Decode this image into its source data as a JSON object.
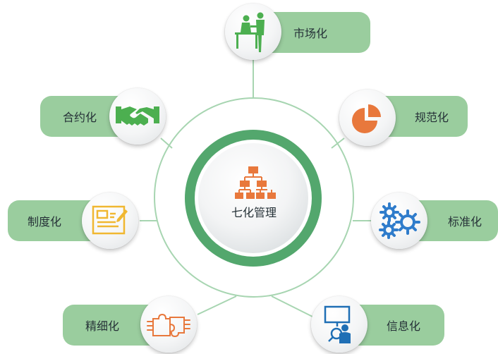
{
  "center": {
    "label": "七化管理",
    "icon": "org-chart-icon"
  },
  "colors": {
    "green_ring": "#53a76d",
    "pill": "#9acd9e",
    "line": "#a7d5b1",
    "orange": "#e8783c",
    "green_icon": "#4caf50",
    "gear_blue": "#2f7ccb",
    "doc_yellow": "#f0b731",
    "person_blue": "#1f6fb5"
  },
  "nodes": [
    {
      "id": "market",
      "label": "市场化",
      "icon": "handover-people-icon"
    },
    {
      "id": "standardize",
      "label": "规范化",
      "icon": "pie-chart-icon"
    },
    {
      "id": "standard",
      "label": "标准化",
      "icon": "gears-icon"
    },
    {
      "id": "info",
      "label": "信息化",
      "icon": "presenter-search-icon"
    },
    {
      "id": "refine",
      "label": "精细化",
      "icon": "puzzle-link-icon"
    },
    {
      "id": "system",
      "label": "制度化",
      "icon": "document-pen-icon"
    },
    {
      "id": "contract",
      "label": "合约化",
      "icon": "handshake-icon"
    }
  ]
}
